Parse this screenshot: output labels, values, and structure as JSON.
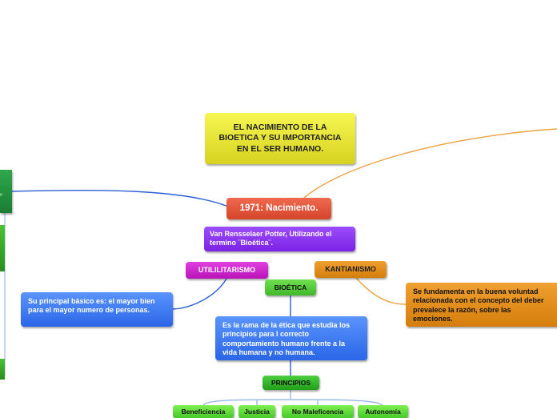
{
  "diagram": {
    "title": "EL NACIMIENTO DE LA BIOETICA Y SU IMPORTANCIA EN EL SER HUMANO.",
    "nacimiento": "1971: Nacimiento.",
    "van_rensselaer": "Van Rensselaer Potter, Utilizando el termino ¨Bioética¨.",
    "utilitarismo": "UTILILITARISMO",
    "kantianismo": "KANTIANISMO",
    "bioetica": "BIOÉTICA",
    "utilitarismo_detalle": "Su principal básico es: el mayor bien para el mayor numero de personas.",
    "kantianismo_detalle": "Se fundamenta en la buena voluntad relacionada con el concepto del deber prevalece la razón, sobre las emociones.",
    "bioetica_definicion": "Es la rama de la ética que estudia los principios para l correcto comportamiento humano frente a la vida humana y no humana.",
    "principios": "PRINCIPIOS",
    "principios_list": [
      "Beneficiencia",
      "Justicia",
      "No Maleficencia",
      "Autonomía"
    ],
    "left_partial_text": "n"
  },
  "colors": {
    "title": "#e8e43a",
    "nacimiento": "#e5553a",
    "van_rensselaer": "#8a35f0",
    "utilitarismo": "#cc22cc",
    "kantianismo": "#e58a1a",
    "bioetica": "#55cc3a",
    "blue_nodes": "#3d7bf2",
    "connector_blue": "#2a5fd6",
    "connector_orange": "#f0a040",
    "connector_gray": "#8aaee0"
  }
}
